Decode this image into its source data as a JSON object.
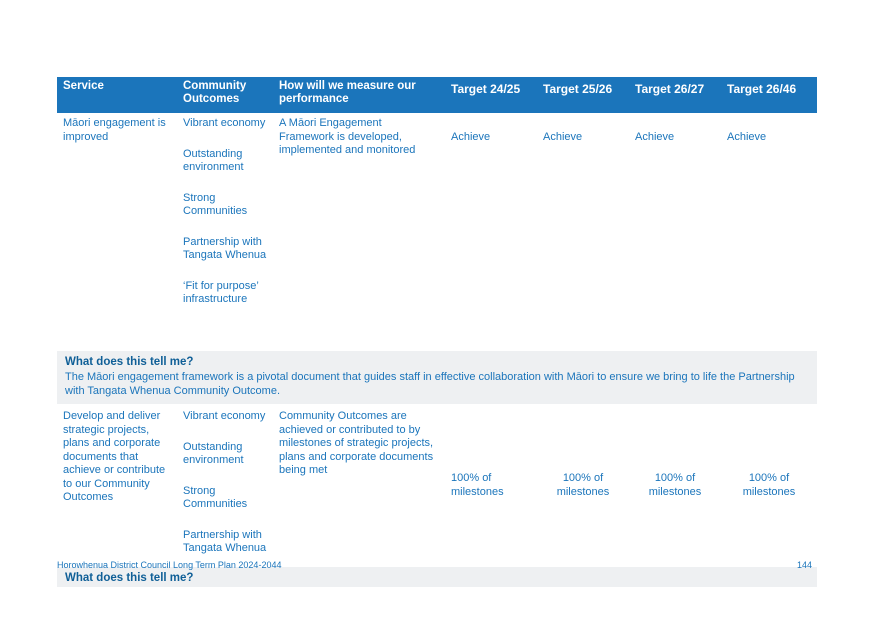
{
  "header": {
    "service": "Service",
    "community_outcomes": "Community Outcomes",
    "measure": "How will we measure our performance",
    "targets": [
      "Target 24/25",
      "Target 25/26",
      "Target 26/27",
      "Target 26/46"
    ]
  },
  "rows": [
    {
      "service": "Māori engagement is improved",
      "outcomes": [
        "Vibrant economy",
        "Outstanding environment",
        "Strong Communities",
        "Partnership with Tangata Whenua",
        "‘Fit for purpose’ infrastructure"
      ],
      "measure": "A Māori Engagement Framework is developed, implemented and monitored",
      "targets": [
        "Achieve",
        "Achieve",
        "Achieve",
        "Achieve"
      ],
      "tell_title": "What does this tell me?",
      "tell_text": "The Māori engagement framework is a pivotal document that guides staff in effective collaboration with Māori to ensure we bring to life the Partnership with Tangata Whenua Community Outcome."
    },
    {
      "service": "Develop and deliver strategic projects, plans and corporate documents that achieve or contribute to our Community Outcomes",
      "outcomes": [
        "Vibrant economy",
        "Outstanding environment",
        "Strong Communities",
        "Partnership with Tangata Whenua"
      ],
      "measure": "Community Outcomes are achieved or contributed to by milestones of strategic projects, plans and corporate documents being met",
      "targets": [
        "100% of milestones",
        "100% of milestones",
        "100% of milestones",
        "100% of milestones"
      ],
      "tell_title": "What does this tell me?"
    }
  ],
  "footer": {
    "title": "Horowhenua District Council Long Term Plan 2024-2044",
    "page": "144"
  }
}
